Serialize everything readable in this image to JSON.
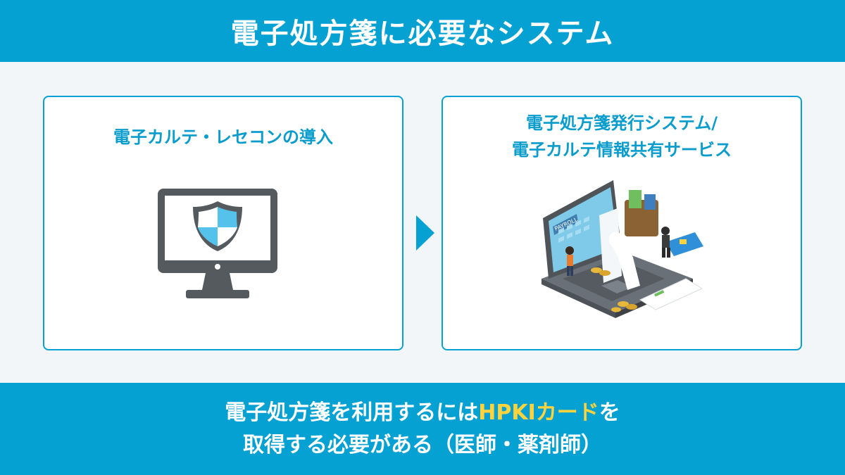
{
  "header": {
    "title": "電子処方箋に必要なシステム"
  },
  "cards": {
    "left": {
      "title": "電子カルテ・レセコンの導入",
      "icon": "monitor-shield-icon"
    },
    "right": {
      "title_line1": "電子処方箋発行システム/",
      "title_line2": "電子カルテ情報共有サービス",
      "icon": "laptop-payroll-icon",
      "laptop_screen_label": "PAYROLL"
    }
  },
  "arrow": {
    "icon": "arrow-right-icon"
  },
  "footer": {
    "line1_before": "電子処方箋を利用するには",
    "line1_highlight": "HPKIカード",
    "line1_after": "を",
    "line2": "取得する必要がある（医師・薬剤師）"
  },
  "colors": {
    "accent": "#06a1d3",
    "background": "#f2f6f9",
    "card_title": "#0a9ccc",
    "highlight": "#ffd33d"
  }
}
